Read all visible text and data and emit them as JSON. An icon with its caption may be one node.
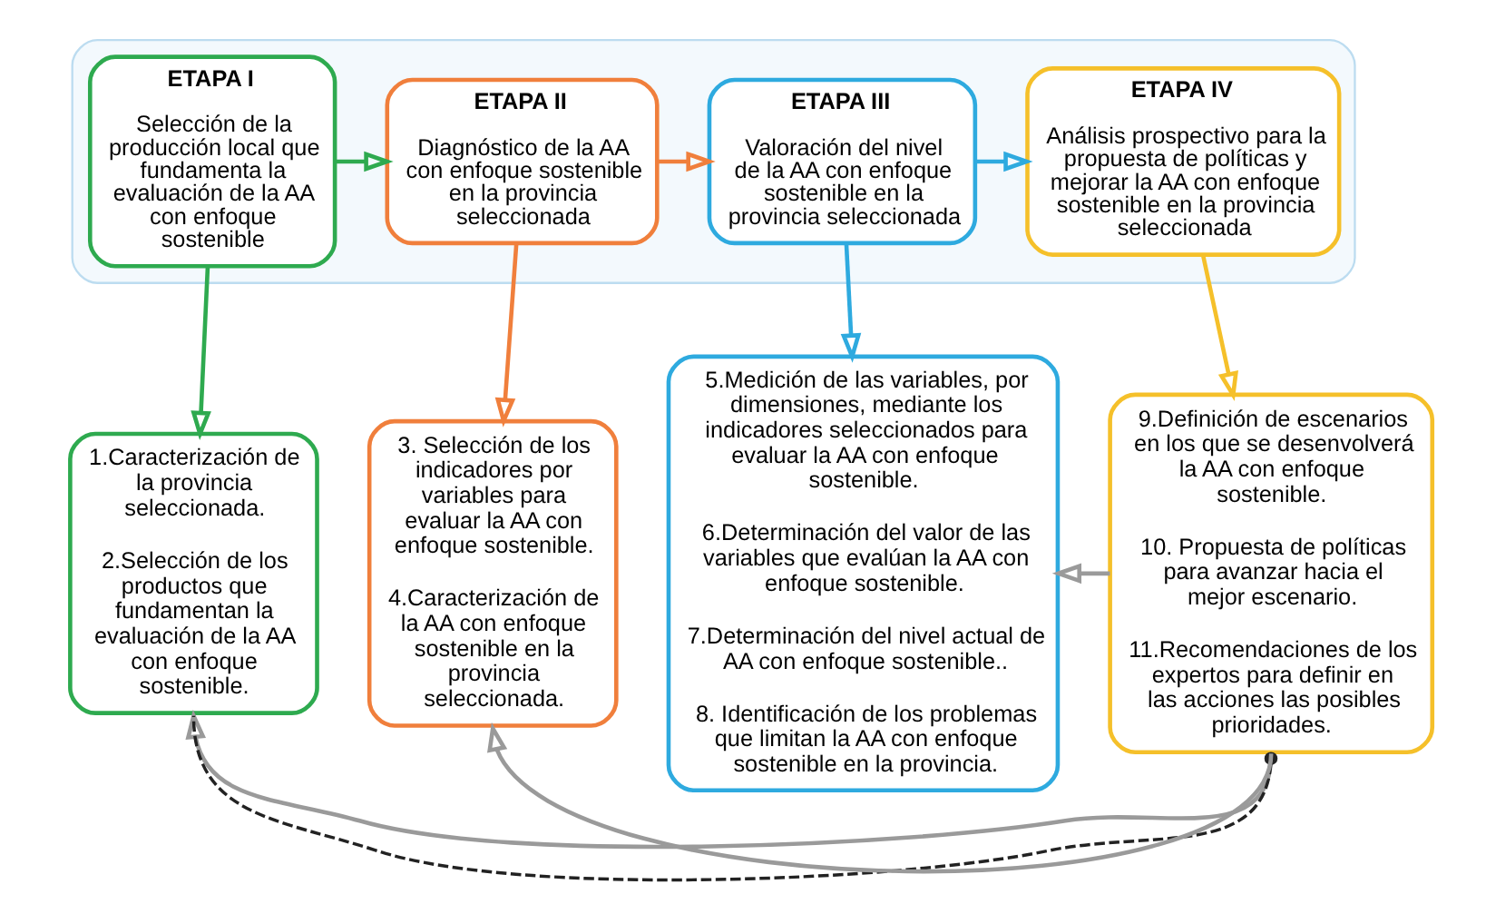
{
  "diagram": {
    "nodes": [
      {
        "text": [],
        "shape": "box"
      },
      {
        "text": [
          "ETAPA I",
          "Selección de la producción local que fundamenta la evaluación de la AA con enfoque sostenible"
        ],
        "in": 0
      },
      {
        "text": [
          "ETAPA II",
          "Diagnóstico de la AA con enfoque sostenible en la provincia seleccionada"
        ],
        "in": 0
      },
      {
        "text": [
          "ETAPA III",
          "Valoración del nivel de la AA con enfoque sostenible en la provincia seleccionada"
        ],
        "in": 0
      },
      {
        "text": [
          "ETAPA IV",
          "Análisis prospectivo para la propuesta de políticas y mejorar la AA con enfoque sostenible en la provincia seleccionada"
        ],
        "in": 0
      },
      {
        "text": [
          "1.Caracterización de la provincia seleccionada.",
          "2.Selección de los productos que fundamentan la evaluación de la AA con enfoque sostenible."
        ]
      },
      {
        "text": [
          "3. Selección de los indicadores por variables para evaluar la AA con enfoque sostenible.",
          "4.Caracterización de la AA con enfoque sostenible en la provincia seleccionada."
        ]
      },
      {
        "text": [
          "5.Medición de las variables, por dimensiones, mediante los indicadores seleccionados para evaluar la AA con enfoque sostenible.",
          "6.Determinación del valor de las variables que evalúan la AA con enfoque sostenible.",
          "7.Determinación del nivel actual de AA con enfoque sostenible..",
          "8. Identificación de los problemas que limitan la AA con enfoque sostenible en la provincia."
        ]
      },
      {
        "text": [
          "9.Definición de escenarios en los que se desenvolverá la AA con enfoque sostenible.",
          "10. Propuesta de políticas para avanzar hacia el mejor escenario.",
          "11.Recomendaciones de los expertos para definir en las acciones las posibles prioridades."
        ]
      }
    ],
    "edges": [
      {
        "from": 1,
        "to": 2,
        "arrow": "to",
        "color": "#2eaa4f"
      },
      {
        "from": 2,
        "to": 3,
        "arrow": "to",
        "color": "#f07f3c"
      },
      {
        "from": 3,
        "to": 4,
        "arrow": "to",
        "color": "#2eaadf"
      },
      {
        "from": 1,
        "to": 5,
        "arrow": "to",
        "color": "#2eaa4f"
      },
      {
        "from": 2,
        "to": 6,
        "arrow": "to",
        "color": "#f07f3c"
      },
      {
        "from": 3,
        "to": 7,
        "arrow": "to",
        "color": "#2eaadf"
      },
      {
        "from": 4,
        "to": 8,
        "arrow": "to",
        "color": "#f5c02a"
      },
      {
        "from": 8,
        "to": 5,
        "arrow": "to",
        "color": "#9a9a9a"
      },
      {
        "from": 8,
        "to": 6,
        "arrow": "to",
        "color": "#9a9a9a"
      },
      {
        "from": 8,
        "to": 7,
        "arrow": "to",
        "color": "#9a9a9a"
      },
      {
        "from": 8,
        "to": 5,
        "arrow": "other",
        "style": "dashed",
        "color": "#222222"
      }
    ]
  }
}
